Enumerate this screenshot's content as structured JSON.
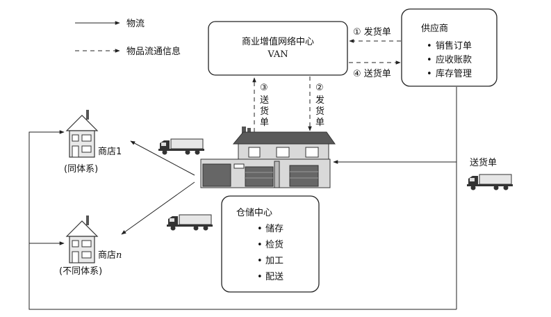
{
  "legend": {
    "solid_label": "物流",
    "dashed_label": "物品流通信息"
  },
  "van": {
    "line1": "商业增值网络中心",
    "line2": "VAN"
  },
  "supplier": {
    "title": "供应商",
    "items": [
      "销售订单",
      "应收账款",
      "库存管理"
    ]
  },
  "warehouse": {
    "title": "仓储中心",
    "items": [
      "储存",
      "检货",
      "加工",
      "配送"
    ]
  },
  "flows": {
    "order_top": "① 发货单",
    "ship_top": "④ 送货单",
    "left_num": "③",
    "left_chars": [
      "送",
      "货",
      "单"
    ],
    "right_num": "②",
    "right_chars": [
      "发",
      "货",
      "单"
    ],
    "ship_right": "送货单"
  },
  "stores": {
    "store1_label": "商店1",
    "store1_group": "(同体系)",
    "storen_label": "商店",
    "storen_italic": "n",
    "storen_group": "(不同体系)"
  },
  "colors": {
    "line": "#222222",
    "house_fill": "#d9d9d9",
    "roof_fill": "#5a5a5a",
    "dark": "#444444",
    "truck_fill": "#e6e6e6"
  }
}
